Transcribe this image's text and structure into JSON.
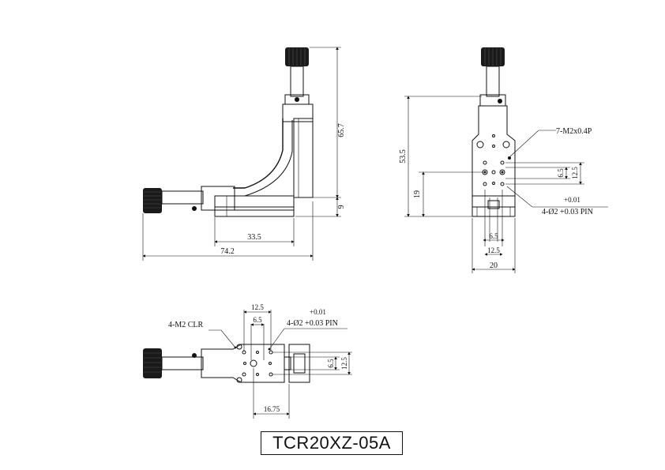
{
  "model_label": "TCR20XZ-05A",
  "dimensions": {
    "side_height": "65.7",
    "side_base": "9",
    "side_width_33": "33.5",
    "side_overall": "74.2",
    "front_height": "53.5",
    "front_19": "19",
    "front_65_v": "6.5",
    "front_125_v": "12.5",
    "front_65_h": "6.5",
    "front_125_h": "12.5",
    "front_width": "20",
    "top_125_h": "12.5",
    "top_65_h": "6.5",
    "top_65_v": "6.5",
    "top_125_v": "12.5",
    "top_1675": "16.75"
  },
  "callouts": {
    "front_thread": "7-M2x0.4P",
    "front_tol": "+0.01",
    "front_pin": "4-Ø2 +0.03 PIN",
    "top_clr": "4-M2 CLR",
    "top_tol": "+0.01",
    "top_pin": "4-Ø2 +0.03 PIN"
  }
}
